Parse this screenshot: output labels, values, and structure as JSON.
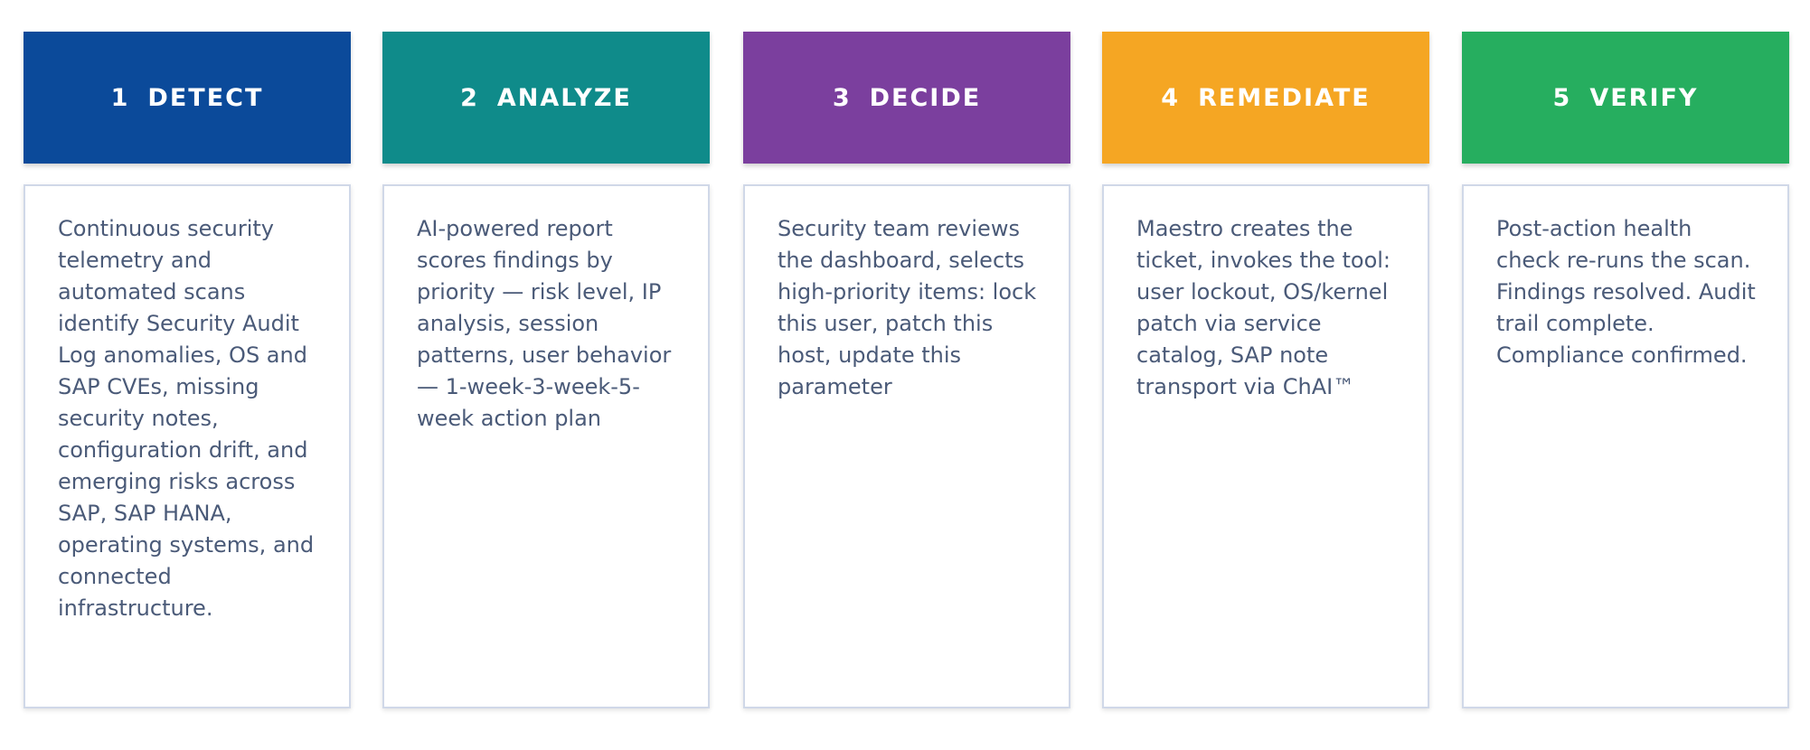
{
  "steps": [
    {
      "number": "1",
      "title": "DETECT",
      "color": "#0B4A9A",
      "description": "Continuous security telemetry and automated scans identify Security Audit Log anomalies, OS and SAP CVEs, missing security notes, configuration drift, and emerging risks across SAP, SAP HANA, operating systems, and connected infrastructure."
    },
    {
      "number": "2",
      "title": "ANALYZE",
      "color": "#0F8B8A",
      "description": "AI-powered report scores findings by priority — risk level, IP analysis, session patterns, user behavior — 1-week-3-week-5-week action plan"
    },
    {
      "number": "3",
      "title": "DECIDE",
      "color": "#7B3F9E",
      "description": "Security team reviews the dashboard, selects high-priority items: lock this user, patch this host, update this parameter"
    },
    {
      "number": "4",
      "title": "REMEDIATE",
      "color": "#F5A623",
      "description": "Maestro creates the ticket, invokes the tool: user lockout, OS/kernel patch via service catalog, SAP note transport via ChAI™"
    },
    {
      "number": "5",
      "title": "VERIFY",
      "color": "#26AE5F",
      "description": "Post-action health check re-runs the scan. Findings resolved. Audit trail complete. Compliance confirmed."
    }
  ]
}
